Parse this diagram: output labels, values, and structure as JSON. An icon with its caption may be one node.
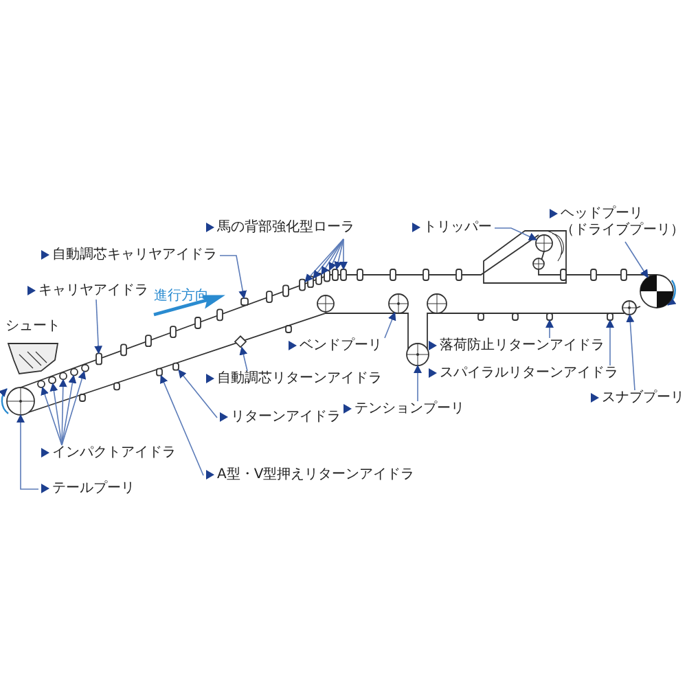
{
  "diagram": {
    "nodes": [
      {
        "text": [
          "ヘッドプーリ",
          "（ドライブプーリ）"
        ]
      },
      {
        "text": [
          "トリッパー"
        ]
      },
      {
        "text": [
          "馬の背部強化型ローラ"
        ]
      },
      {
        "text": [
          "自動調芯キャリヤアイドラ"
        ]
      },
      {
        "text": [
          "キャリヤアイドラ"
        ]
      },
      {
        "text": [
          "ベンドプーリ"
        ]
      },
      {
        "text": [
          "落荷防止リターンアイドラ"
        ]
      },
      {
        "text": [
          "スパイラルリターンアイドラ"
        ]
      },
      {
        "text": [
          "自動調芯リターンアイドラ"
        ]
      },
      {
        "text": [
          "スナブプーリ"
        ]
      },
      {
        "text": [
          "テンションプーリ"
        ]
      },
      {
        "text": [
          "リターンアイドラ"
        ]
      },
      {
        "text": [
          "インパクトアイドラ"
        ]
      },
      {
        "text": [
          "A型・V型押えリターンアイドラ"
        ]
      },
      {
        "text": [
          "テールプーリ"
        ]
      },
      {
        "text": [],
        "shape": "circle"
      },
      {
        "text": [],
        "shape": "circle"
      },
      {
        "text": [],
        "shape": "circle"
      },
      {
        "text": [],
        "shape": "circle"
      },
      {
        "text": [],
        "shape": "circle"
      },
      {
        "text": [],
        "shape": "circle"
      },
      {
        "text": [],
        "shape": "circle"
      },
      {
        "text": [],
        "shape": "circle"
      },
      {
        "text": [],
        "shape": "circle"
      },
      {
        "text": [],
        "shape": "circle"
      },
      {
        "text": [],
        "shape": "box"
      },
      {
        "text": [],
        "shape": "box"
      },
      {
        "text": [],
        "shape": "box"
      },
      {
        "text": [],
        "shape": "diamond"
      },
      {
        "text": [],
        "shape": "box"
      },
      {
        "text": [],
        "shape": "box"
      },
      {
        "text": [],
        "shape": "box"
      },
      {
        "text": [],
        "shape": "box"
      },
      {
        "text": [],
        "shape": "box"
      },
      {
        "text": [],
        "shape": "box"
      },
      {
        "text": [],
        "shape": "box"
      },
      {
        "text": [],
        "shape": "circle"
      },
      {
        "text": [],
        "shape": "box"
      },
      {
        "text": [],
        "shape": "box"
      }
    ],
    "edges": [
      {
        "from": 0,
        "to": 19,
        "arrow": "to"
      },
      {
        "from": 1,
        "to": 36,
        "arrow": "to"
      },
      {
        "from": 2,
        "to": 30,
        "arrow": "to"
      },
      {
        "from": 2,
        "to": 31,
        "arrow": "to"
      },
      {
        "from": 2,
        "to": 32,
        "arrow": "to"
      },
      {
        "from": 2,
        "to": 33,
        "arrow": "to"
      },
      {
        "from": 2,
        "to": 34,
        "arrow": "to"
      },
      {
        "from": 2,
        "to": 35,
        "arrow": "to"
      },
      {
        "from": 3,
        "to": 29,
        "arrow": "to"
      },
      {
        "from": 4,
        "to": 25,
        "arrow": "to"
      },
      {
        "from": 5,
        "to": 16,
        "arrow": "to"
      },
      {
        "from": 6,
        "to": 37,
        "arrow": "to"
      },
      {
        "from": 7,
        "to": 38,
        "arrow": "to"
      },
      {
        "from": 8,
        "to": 28,
        "arrow": "to"
      },
      {
        "from": 9,
        "to": 18,
        "arrow": "to"
      },
      {
        "from": 10,
        "to": 17,
        "arrow": "to"
      },
      {
        "from": 11,
        "to": 27,
        "arrow": "to"
      },
      {
        "from": 12,
        "to": 20,
        "arrow": "to"
      },
      {
        "from": 12,
        "to": 21,
        "arrow": "to"
      },
      {
        "from": 12,
        "to": 22,
        "arrow": "to"
      },
      {
        "from": 12,
        "to": 23,
        "arrow": "to"
      },
      {
        "from": 12,
        "to": 24,
        "arrow": "to"
      },
      {
        "from": 13,
        "to": 26,
        "arrow": "to"
      },
      {
        "from": 14,
        "to": 15,
        "arrow": "to"
      }
    ],
    "labels": [
      "進行方向",
      "シュート"
    ]
  }
}
